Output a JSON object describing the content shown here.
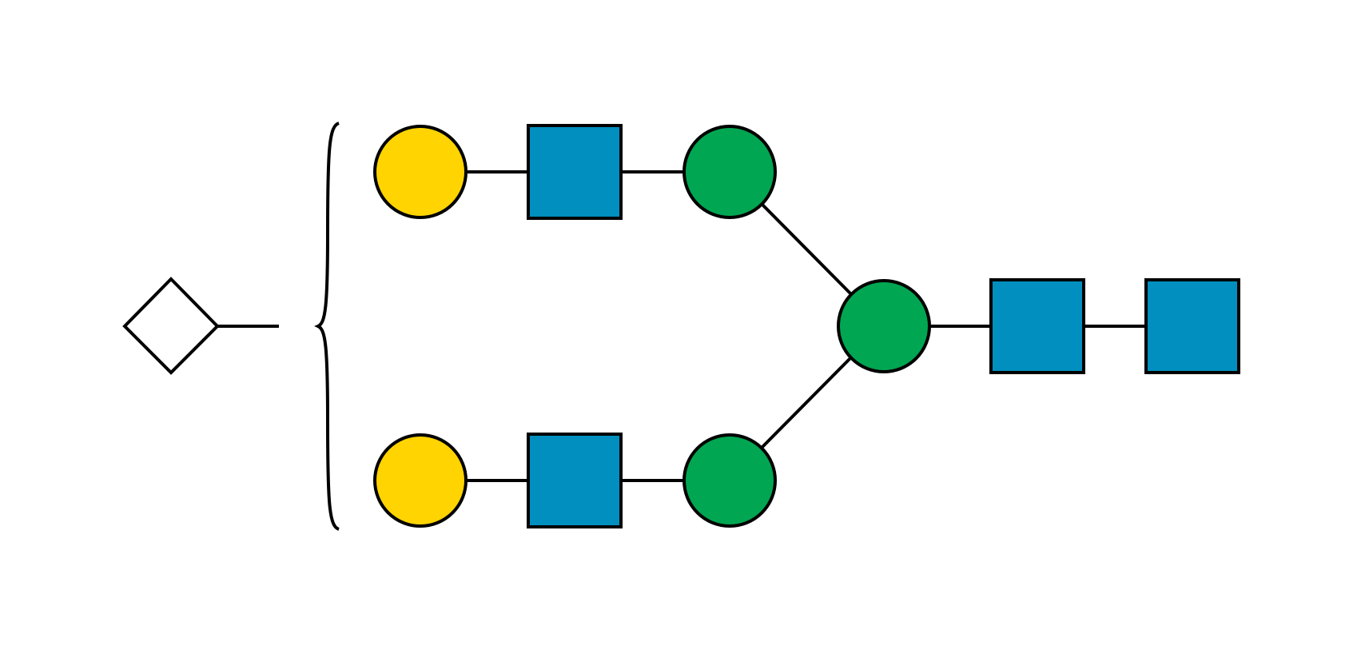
{
  "colors": {
    "galactose": "#FFD400",
    "n_acetylglucosamine": "#008FBE",
    "mannose": "#00A651",
    "undefined_sugar": "#FFFFFF",
    "outline": "#000000",
    "background": "#FFFFFF"
  },
  "residues": [
    {
      "id": "gal-top",
      "shape": "circle",
      "symbol": "yellow-circle",
      "color_key": "galactose"
    },
    {
      "id": "glcnac-top",
      "shape": "square",
      "symbol": "blue-square",
      "color_key": "n_acetylglucosamine"
    },
    {
      "id": "man-top",
      "shape": "circle",
      "symbol": "green-circle",
      "color_key": "mannose"
    },
    {
      "id": "man-core",
      "shape": "circle",
      "symbol": "green-circle",
      "color_key": "mannose"
    },
    {
      "id": "glcnac-core-1",
      "shape": "square",
      "symbol": "blue-square",
      "color_key": "n_acetylglucosamine"
    },
    {
      "id": "glcnac-core-2",
      "shape": "square",
      "symbol": "blue-square",
      "color_key": "n_acetylglucosamine"
    },
    {
      "id": "gal-bottom",
      "shape": "circle",
      "symbol": "yellow-circle",
      "color_key": "galactose"
    },
    {
      "id": "glcnac-bottom",
      "shape": "square",
      "symbol": "blue-square",
      "color_key": "n_acetylglucosamine"
    },
    {
      "id": "man-bottom",
      "shape": "circle",
      "symbol": "green-circle",
      "color_key": "mannose"
    },
    {
      "id": "undetermined-substituent",
      "shape": "diamond",
      "symbol": "white-diamond",
      "color_key": "undefined_sugar"
    }
  ],
  "linkages": [
    [
      "gal-top",
      "glcnac-top"
    ],
    [
      "glcnac-top",
      "man-top"
    ],
    [
      "man-top",
      "man-core"
    ],
    [
      "gal-bottom",
      "glcnac-bottom"
    ],
    [
      "glcnac-bottom",
      "man-bottom"
    ],
    [
      "man-bottom",
      "man-core"
    ],
    [
      "man-core",
      "glcnac-core-1"
    ],
    [
      "glcnac-core-1",
      "glcnac-core-2"
    ]
  ],
  "bracket": {
    "symbol": "curly-brace",
    "side": "left",
    "attached_residue": "undetermined-substituent"
  }
}
